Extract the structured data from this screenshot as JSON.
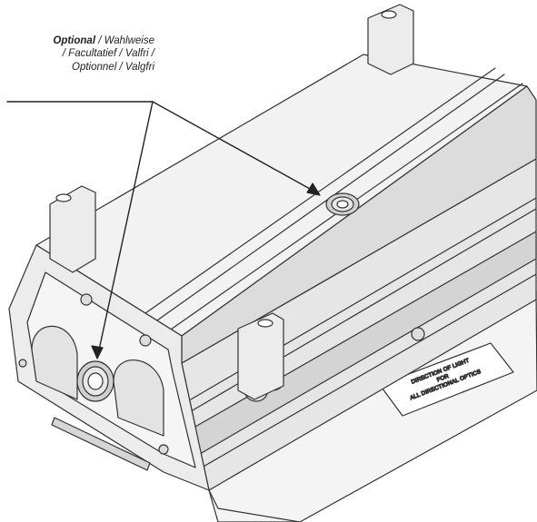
{
  "callout": {
    "line1_bold": "Optional",
    "line1_rest": " / Wahlweise",
    "line2": "/ Facultatief / Valfri /",
    "line3": "Optionnel / Valgfri"
  },
  "plate": {
    "line1": "DIRECTION OF LIGHT",
    "line2": "FOR",
    "line3": "ALL DIRECTIONAL OPTICS"
  },
  "colors": {
    "stroke": "#333333",
    "body_fill": "#ececec",
    "top_fill": "#f2f2f2",
    "shade_fill": "#d9d9d9",
    "dark_fill": "#bfbfbf"
  }
}
